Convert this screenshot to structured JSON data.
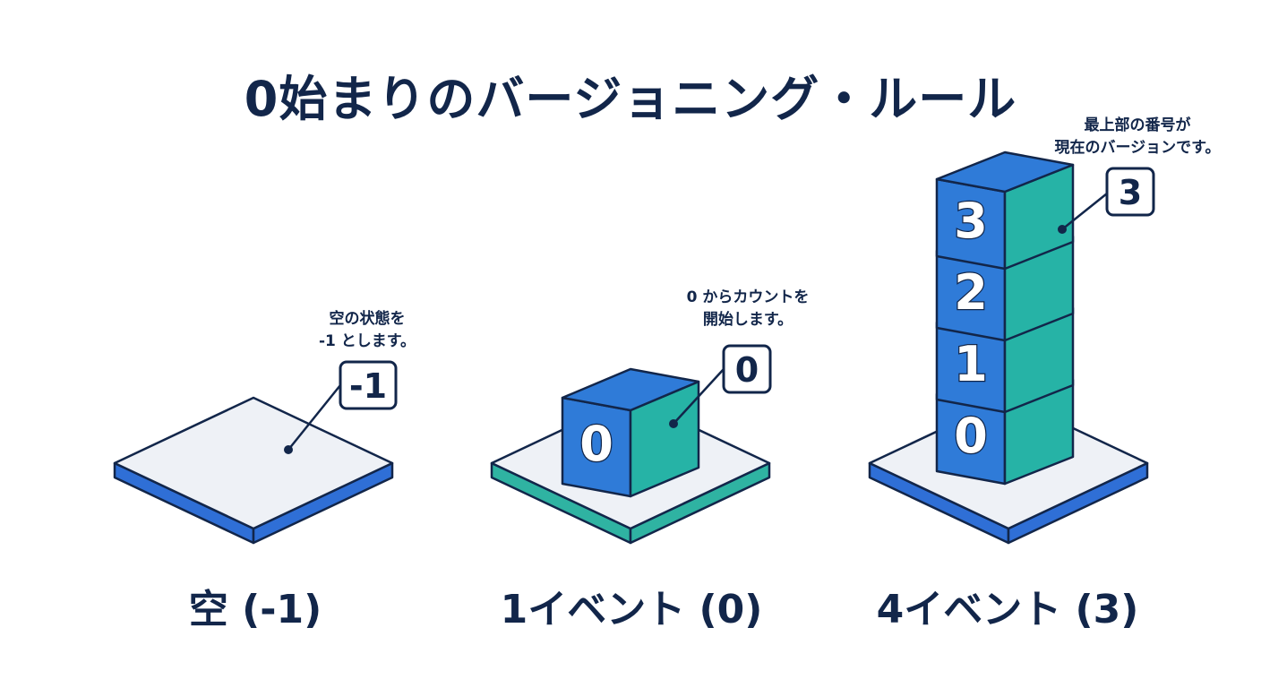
{
  "title": "0始まりのバージョニング・ルール",
  "panels": [
    {
      "caption": "空 (-1)",
      "note_lines": [
        "空の状態を",
        "-1 とします。"
      ],
      "callout": "-1",
      "blocks": []
    },
    {
      "caption": "1イベント (0)",
      "note_lines": [
        "0 からカウントを",
        "開始します。"
      ],
      "callout": "0",
      "blocks": [
        "0"
      ]
    },
    {
      "caption": "4イベント (3)",
      "note_lines": [
        "最上部の番号が",
        "現在のバージョンです。"
      ],
      "callout": "3",
      "blocks": [
        "0",
        "1",
        "2",
        "3"
      ]
    }
  ],
  "colors": {
    "ink": "#12264a",
    "blue": "#2f7bd8",
    "teal": "#26b3a6",
    "platform_top": "#eef1f6",
    "platform_edge_blue": "#2f6fd6",
    "platform_edge_teal": "#2fb3a2"
  }
}
